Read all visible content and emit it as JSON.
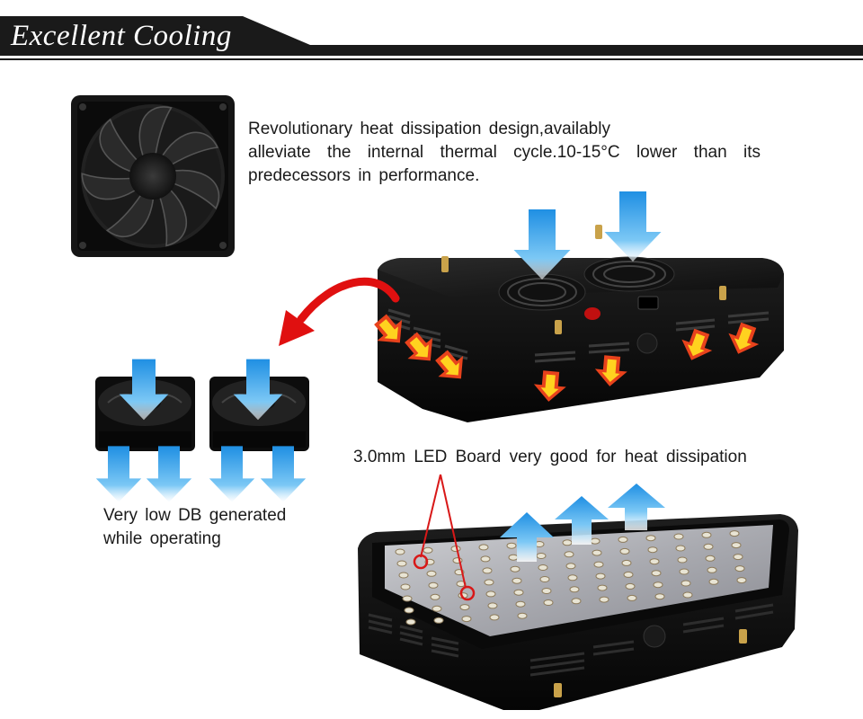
{
  "banner": {
    "title": "Excellent Cooling"
  },
  "description": {
    "lines": [
      "Revolutionary heat dissipation design,availably",
      "alleviate the internal thermal cycle.10-15°C lower than its",
      "predecessors in performance."
    ]
  },
  "led_board": {
    "label": "3.0mm LED Board very good for heat dissipation"
  },
  "fans": {
    "label_lines": [
      "Very low DB generated",
      "while operating"
    ]
  },
  "colors": {
    "banner_dark": "#1a1a1a",
    "cool_arrow": "#3aa6ee",
    "hot_arrow_outer": "#e8421c",
    "hot_arrow_inner": "#ffd21f",
    "red_curve": "#e01010",
    "callout_red": "#d81818"
  }
}
